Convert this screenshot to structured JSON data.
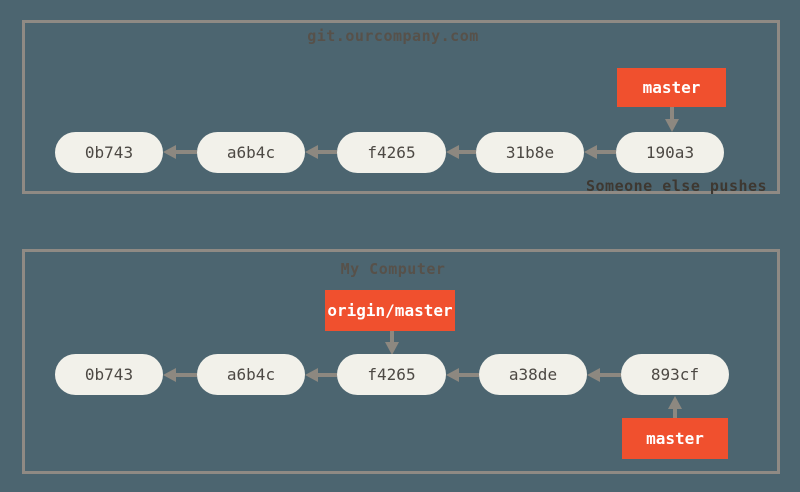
{
  "colors": {
    "page_bg": "#4c6570",
    "accent_red": "#f0502e",
    "node_fill": "#f2f1ea",
    "box_border": "#8f8a84",
    "arrow": "#8d8880",
    "title_text": "#57514a",
    "node_text": "#4d4944",
    "label_text": "#ffffff",
    "annotation_text": "#3e3831"
  },
  "remote": {
    "title": "git.ourcompany.com",
    "branch_label": "master",
    "commits": [
      "0b743",
      "a6b4c",
      "f4265",
      "31b8e",
      "190a3"
    ],
    "annotation": "Someone else pushes"
  },
  "local": {
    "title": "My Computer",
    "remote_ref_label": "origin/master",
    "branch_label": "master",
    "commits": [
      "0b743",
      "a6b4c",
      "f4265",
      "a38de",
      "893cf"
    ]
  }
}
